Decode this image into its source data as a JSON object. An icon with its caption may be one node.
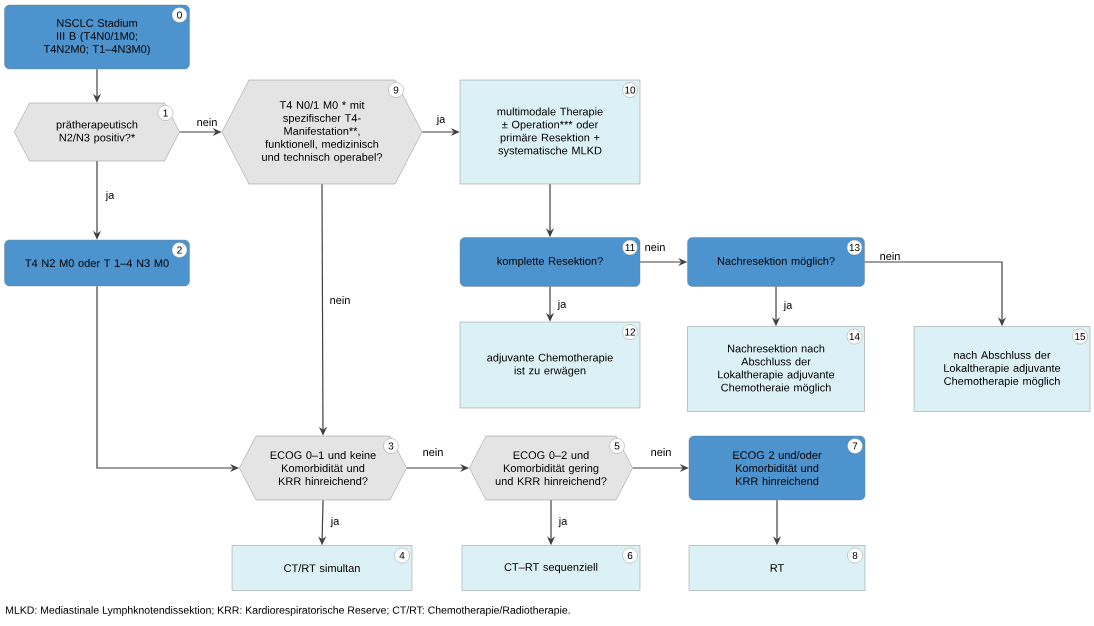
{
  "diagram": {
    "caption": "MLKD: Mediastinale Lymphknotendissektion; KRR: Kardiorespiratorische Reserve; CT/RT: Chemotherapie/Radiotherapie.",
    "nodes": [
      {
        "text": [
          "0",
          "NSCLC Stadium III B (T4N0/1M0; T4N2M0; T1–4N3M0)"
        ]
      },
      {
        "text": [
          "1",
          "prätherapeutisch N2/N3 positiv?*"
        ]
      },
      {
        "text": [
          "2",
          "T4 N2 M0 oder T 1–4 N3 M0"
        ]
      },
      {
        "text": [
          "3",
          "ECOG 0–1 und keine Komorbidität und KRR hinreichend?"
        ]
      },
      {
        "text": [
          "4",
          "CT/RT simultan"
        ]
      },
      {
        "text": [
          "5",
          "ECOG 0–2 und Komorbidität gering und KRR hinreichend?"
        ]
      },
      {
        "text": [
          "6",
          "CT–RT sequenziell"
        ]
      },
      {
        "text": [
          "7",
          "ECOG 2 und/oder Komorbidität und KRR hinreichend"
        ]
      },
      {
        "text": [
          "8",
          "RT"
        ]
      },
      {
        "text": [
          "9",
          "T4 N0/1 M0 * mit spezifischer T4-Manifestation**, funktionell, medizinisch und technisch operabel?"
        ]
      },
      {
        "text": [
          "10",
          "multimodale Therapie ± Operation*** oder primäre Resektion + systematische MLKD"
        ]
      },
      {
        "text": [
          "11",
          "komplette Resektion?"
        ]
      },
      {
        "text": [
          "12",
          "adjuvante Chemotherapie ist zu erwägen"
        ]
      },
      {
        "text": [
          "13",
          "Nachresektion möglich?"
        ]
      },
      {
        "text": [
          "14",
          "Nachresektion nach Abschluss der Lokaltherapie adjuvante Chemotheraie möglich"
        ]
      },
      {
        "text": [
          "15",
          "nach Abschluss der Lokaltherapie adjuvante Chemotherapie möglich"
        ]
      }
    ],
    "edges": [
      {
        "from": 0,
        "to": 1,
        "arrow": "to"
      },
      {
        "from": 1,
        "to": 9,
        "arrow": "to",
        "label": "nein"
      },
      {
        "from": 1,
        "to": 2,
        "arrow": "to",
        "label": "ja"
      },
      {
        "from": 9,
        "to": 10,
        "arrow": "to",
        "label": "ja"
      },
      {
        "from": 9,
        "to": 3,
        "arrow": "to",
        "label": "nein"
      },
      {
        "from": 2,
        "to": 3,
        "arrow": "to"
      },
      {
        "from": 10,
        "to": 11,
        "arrow": "to"
      },
      {
        "from": 11,
        "to": 13,
        "arrow": "to",
        "label": "nein"
      },
      {
        "from": 11,
        "to": 12,
        "arrow": "to",
        "label": "ja"
      },
      {
        "from": 13,
        "to": 14,
        "arrow": "to",
        "label": "ja"
      },
      {
        "from": 13,
        "to": 15,
        "arrow": "to",
        "label": "nein"
      },
      {
        "from": 3,
        "to": 5,
        "arrow": "to",
        "label": "nein"
      },
      {
        "from": 3,
        "to": 4,
        "arrow": "to",
        "label": "ja"
      },
      {
        "from": 5,
        "to": 7,
        "arrow": "to",
        "label": "nein"
      },
      {
        "from": 5,
        "to": 6,
        "arrow": "to",
        "label": "ja"
      },
      {
        "from": 7,
        "to": 8,
        "arrow": "to"
      }
    ]
  }
}
